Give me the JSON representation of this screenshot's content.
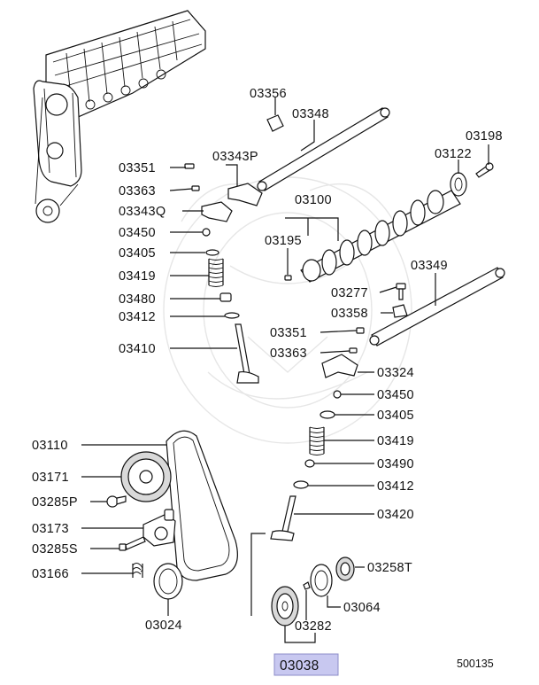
{
  "diagram": {
    "highlighted_part": "03038",
    "highlight_color": "#c8c8f0",
    "figure_number": "500135",
    "labels": {
      "p03356": "03356",
      "p03348": "03348",
      "p03198": "03198",
      "p03122": "03122",
      "p03351_a": "03351",
      "p03343P": "03343P",
      "p03100": "03100",
      "p03363_a": "03363",
      "p03343Q": "03343Q",
      "p03450_a": "03450",
      "p03195": "03195",
      "p03405_a": "03405",
      "p03349": "03349",
      "p03419_a": "03419",
      "p03277": "03277",
      "p03480": "03480",
      "p03358": "03358",
      "p03412_a": "03412",
      "p03351_b": "03351",
      "p03410": "03410",
      "p03363_b": "03363",
      "p03324": "03324",
      "p03450_b": "03450",
      "p03405_b": "03405",
      "p03110": "03110",
      "p03419_b": "03419",
      "p03171": "03171",
      "p03490": "03490",
      "p03412_b": "03412",
      "p03285P": "03285P",
      "p03420": "03420",
      "p03173": "03173",
      "p03285S": "03285S",
      "p03258T": "03258T",
      "p03166": "03166",
      "p03064": "03064",
      "p03024": "03024",
      "p03282": "03282",
      "p03038": "03038"
    }
  }
}
